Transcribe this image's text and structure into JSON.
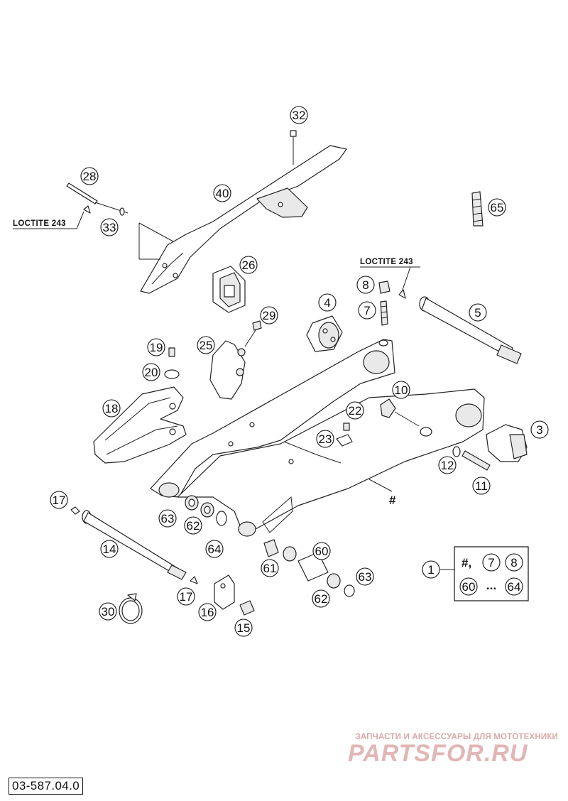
{
  "diagram_id": "03-587.04.0",
  "loctite_labels": [
    "LOCTITE 243",
    "LOCTITE 243"
  ],
  "legend": {
    "callout": "1",
    "row1_hash": "#,",
    "row1_a": "7",
    "row1_b": "8",
    "row2_a": "60",
    "row2_sep": "...",
    "row2_b": "64"
  },
  "hash_mark": "#",
  "callouts": [
    "32",
    "40",
    "28",
    "33",
    "65",
    "26",
    "8",
    "7",
    "4",
    "5",
    "29",
    "25",
    "19",
    "20",
    "10",
    "22",
    "23",
    "18",
    "3",
    "12",
    "11",
    "17",
    "63",
    "62",
    "64",
    "14",
    "60",
    "61",
    "63",
    "17",
    "62",
    "16",
    "30",
    "15"
  ],
  "watermark": {
    "caption": "ЗАПЧАСТИ И АКСЕССУАРЫ ДЛЯ МОТОТЕХНИКИ",
    "logo_text": "PARTSFOR.RU"
  },
  "colors": {
    "line": "#222222",
    "watermark": "#d9a8a8"
  }
}
